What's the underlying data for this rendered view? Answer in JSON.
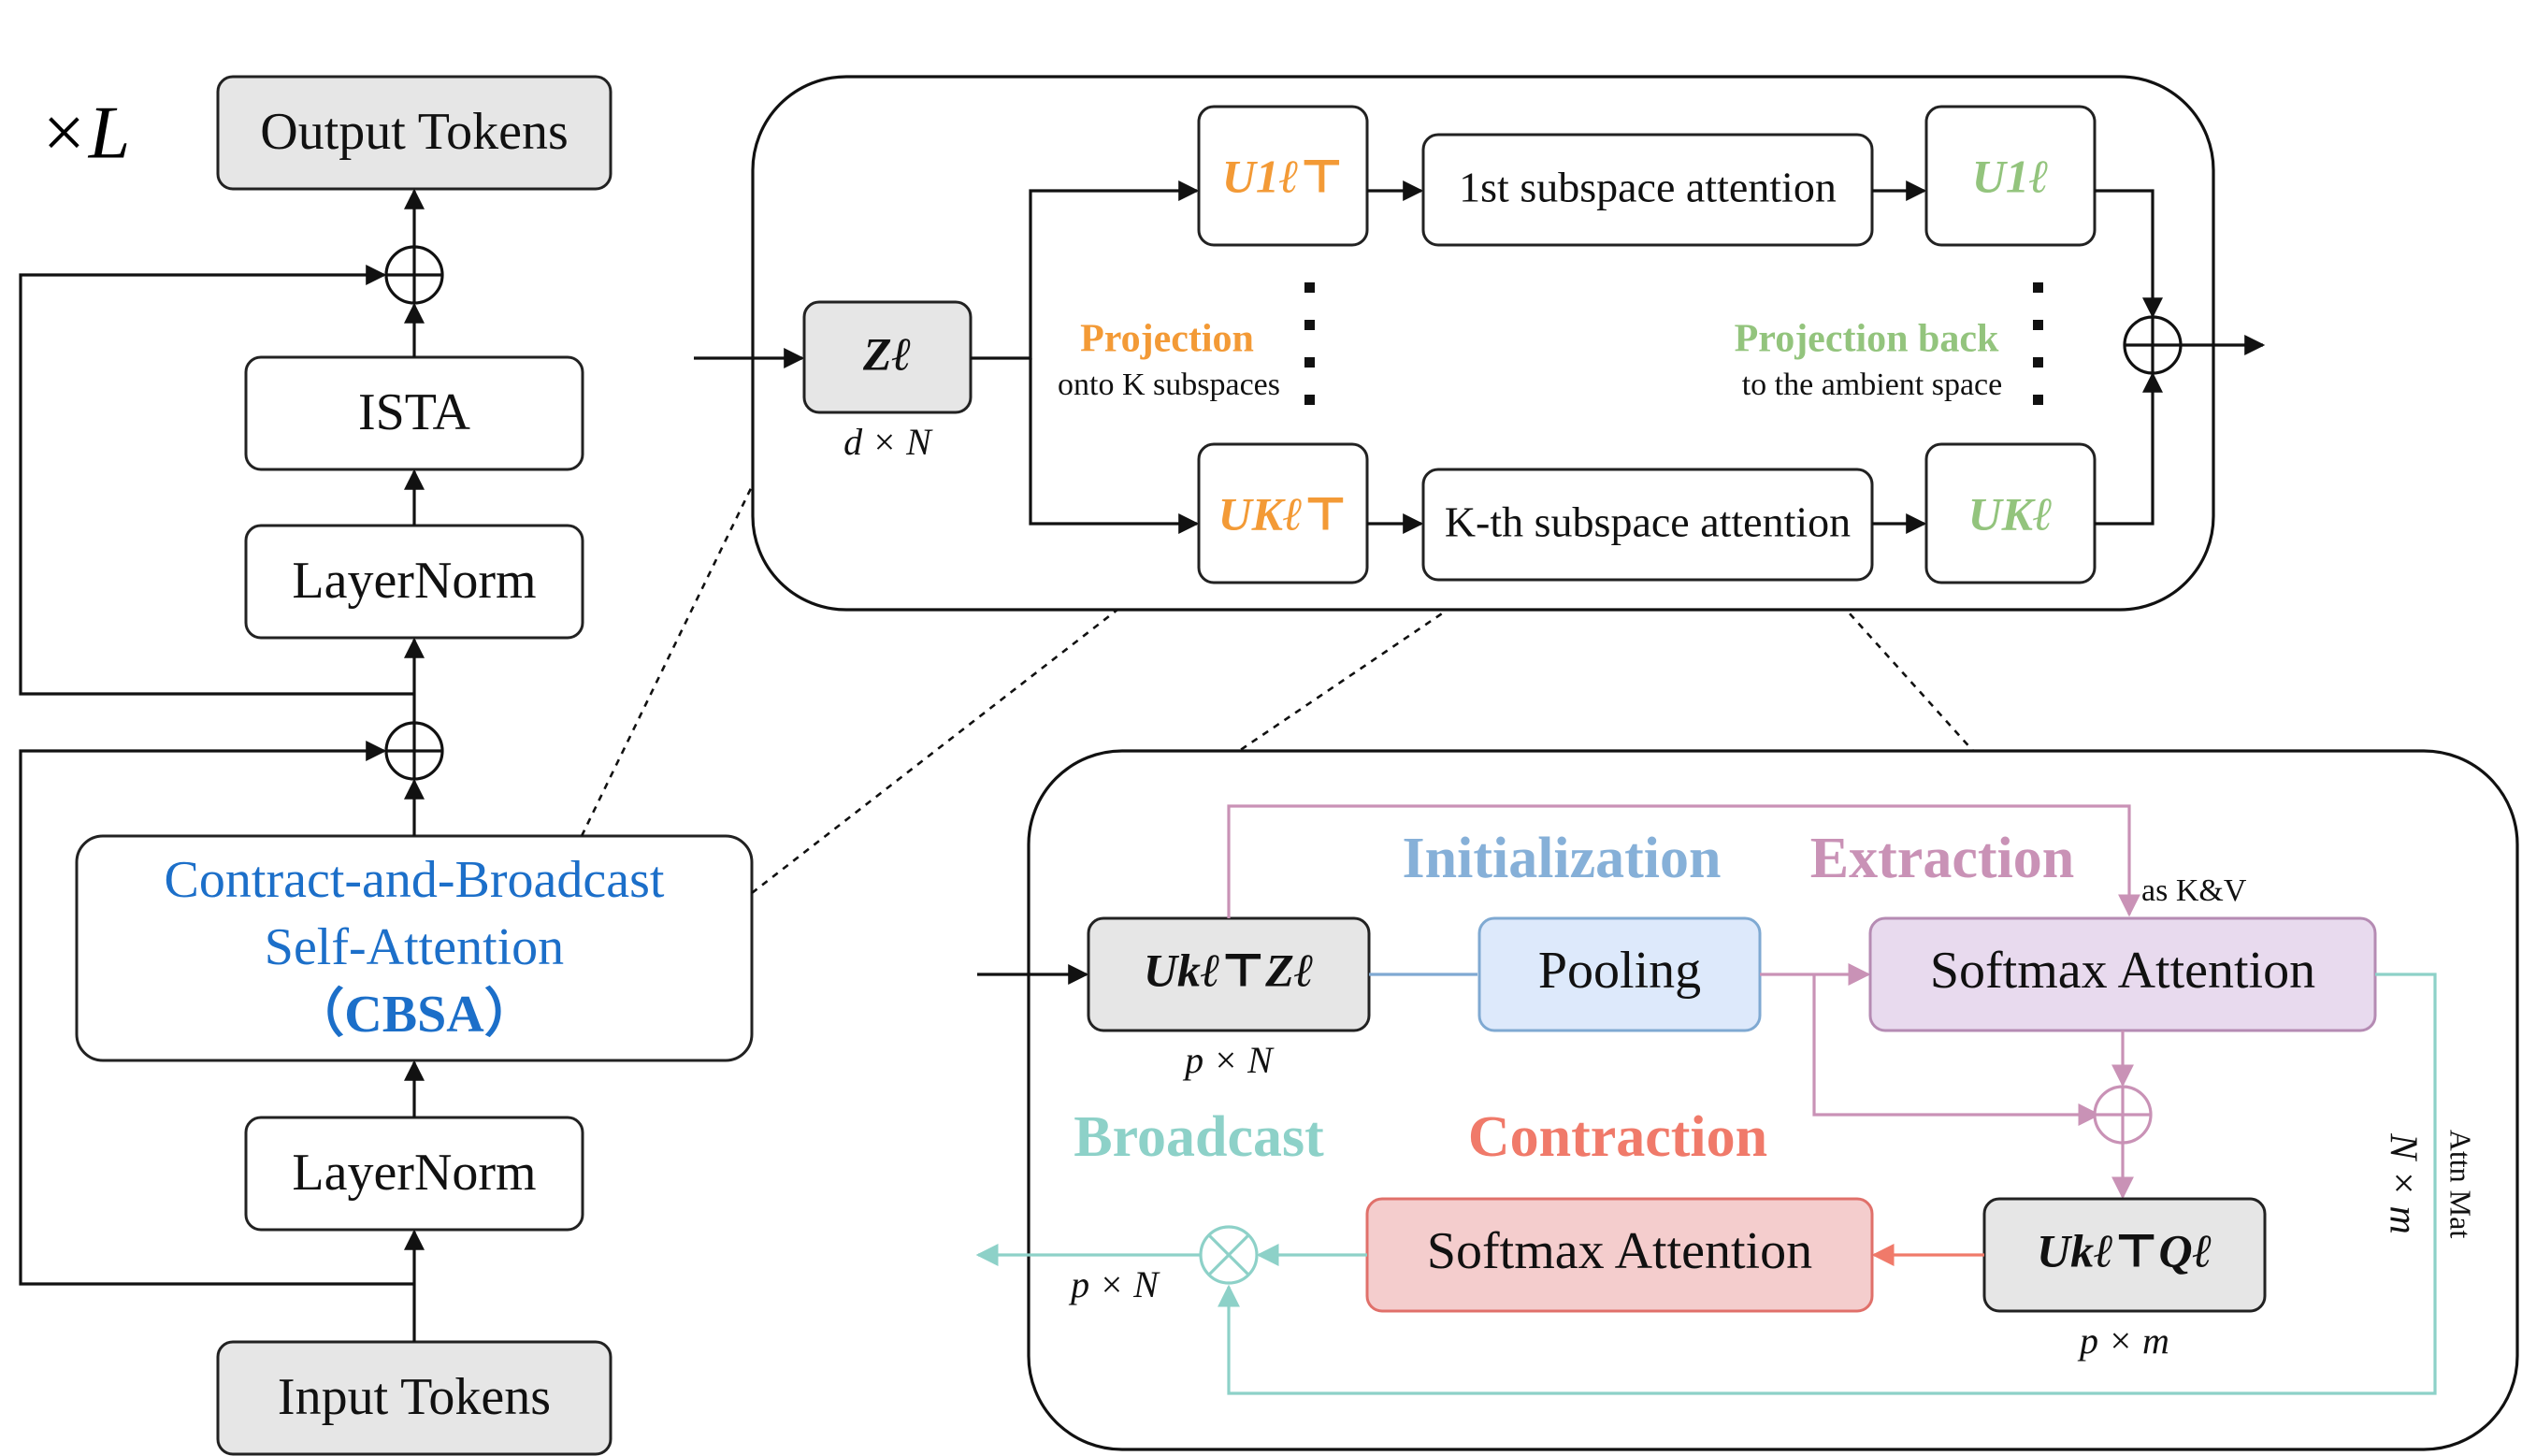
{
  "colors": {
    "orange": "#f39a36",
    "green": "#93c47d",
    "cbsa_blue": "#1c6fc9",
    "init_blue": "#86b0d8",
    "pink": "#c992b6",
    "teal": "#8dd1c8",
    "red": "#f07a6a",
    "pooling_fill": "#dde9fb",
    "softmax_top_fill": "#e8daee",
    "softmax_bottom_fill": "#f4cdcd",
    "gray_fill": "#e6e6e6"
  },
  "left_stack": {
    "repeat_label": "×L",
    "output_tokens": "Output Tokens",
    "ista": "ISTA",
    "layernorm_top": "LayerNorm",
    "cbsa_line1": "Contract-and-Broadcast",
    "cbsa_line2": "Self-Attention",
    "cbsa_line3": "（CBSA）",
    "layernorm_bottom": "LayerNorm",
    "input_tokens": "Input Tokens"
  },
  "subspace_panel": {
    "z_label": "Zℓ",
    "z_dim": "d × N",
    "projection_title": "Projection",
    "projection_sub": "onto K subspaces",
    "projection_back_title": "Projection back",
    "projection_back_sub": "to the ambient space",
    "u1_transpose": "U1ℓ⊤",
    "uk_transpose": "UKℓ⊤",
    "attention_1": "1st subspace attention",
    "attention_k": "K-th subspace attention",
    "u1": "U1ℓ",
    "uk": "UKℓ"
  },
  "detail_panel": {
    "initialization": "Initialization",
    "extraction": "Extraction",
    "as_kv": "as K&V",
    "ukz": "Ukℓ⊤Zℓ",
    "ukz_dim": "p × N",
    "pooling": "Pooling",
    "softmax_top": "Softmax Attention",
    "broadcast": "Broadcast",
    "contraction": "Contraction",
    "softmax_bottom": "Softmax Attention",
    "ukq": "Ukℓ⊤Qℓ",
    "ukq_dim": "p × m",
    "output_dim": "p × N",
    "attn_mat_label": "Attn Mat",
    "attn_mat_dim": "N × m"
  }
}
